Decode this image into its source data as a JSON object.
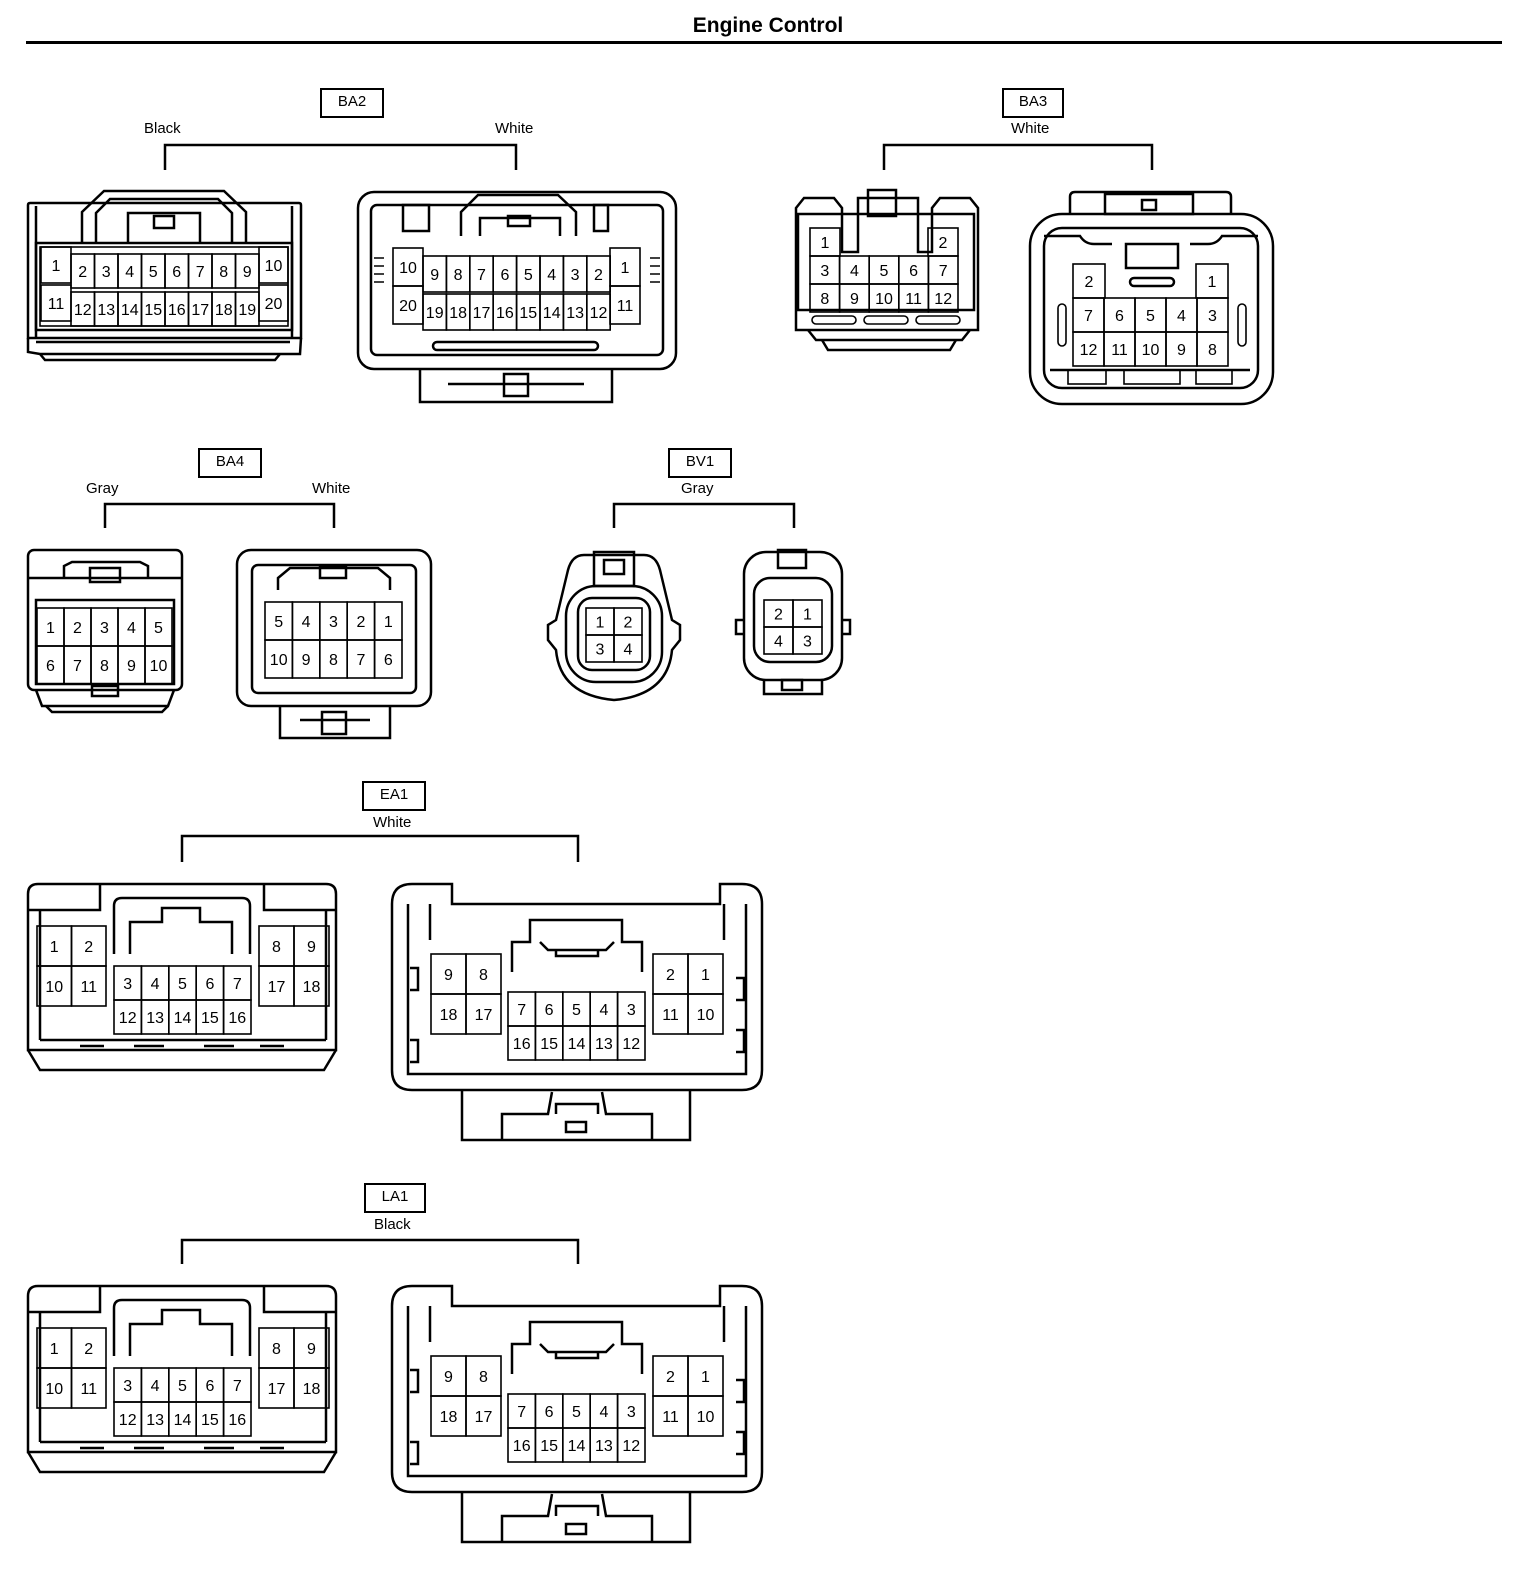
{
  "title": "Engine Control",
  "connectors": {
    "BA2": {
      "code": "BA2",
      "left_color": "Black",
      "right_color": "White",
      "left_pins": {
        "top": [
          "1",
          "2",
          "3",
          "4",
          "5",
          "6",
          "7",
          "8",
          "9",
          "10"
        ],
        "bottom": [
          "11",
          "12",
          "13",
          "14",
          "15",
          "16",
          "17",
          "18",
          "19",
          "20"
        ]
      },
      "right_pins": {
        "top": [
          "10",
          "9",
          "8",
          "7",
          "6",
          "5",
          "4",
          "3",
          "2",
          "1"
        ],
        "bottom": [
          "20",
          "19",
          "18",
          "17",
          "16",
          "15",
          "14",
          "13",
          "12",
          "11"
        ]
      }
    },
    "BA3": {
      "code": "BA3",
      "color": "White",
      "left_pins": [
        "1",
        "2",
        "3",
        "4",
        "5",
        "6",
        "7",
        "8",
        "9",
        "10",
        "11",
        "12"
      ],
      "right_pins": [
        "2",
        "1",
        "7",
        "6",
        "5",
        "4",
        "3",
        "12",
        "11",
        "10",
        "9",
        "8"
      ]
    },
    "BA4": {
      "code": "BA4",
      "left_color": "Gray",
      "right_color": "White",
      "left_pins": {
        "top": [
          "1",
          "2",
          "3",
          "4",
          "5"
        ],
        "bottom": [
          "6",
          "7",
          "8",
          "9",
          "10"
        ]
      },
      "right_pins": {
        "top": [
          "5",
          "4",
          "3",
          "2",
          "1"
        ],
        "bottom": [
          "10",
          "9",
          "8",
          "7",
          "6"
        ]
      }
    },
    "BV1": {
      "code": "BV1",
      "color": "Gray",
      "left_pins": [
        "1",
        "2",
        "3",
        "4"
      ],
      "right_pins": [
        "2",
        "1",
        "4",
        "3"
      ]
    },
    "EA1": {
      "code": "EA1",
      "color": "White",
      "left_pins": {
        "left_block": [
          "1",
          "2",
          "10",
          "11"
        ],
        "middle_top": [
          "3",
          "4",
          "5",
          "6",
          "7"
        ],
        "middle_bottom": [
          "12",
          "13",
          "14",
          "15",
          "16"
        ],
        "right_block": [
          "8",
          "9",
          "17",
          "18"
        ]
      },
      "right_pins": {
        "left_block": [
          "9",
          "8",
          "18",
          "17"
        ],
        "middle_top": [
          "7",
          "6",
          "5",
          "4",
          "3"
        ],
        "middle_bottom": [
          "16",
          "15",
          "14",
          "13",
          "12"
        ],
        "right_block": [
          "2",
          "1",
          "11",
          "10"
        ]
      }
    },
    "LA1": {
      "code": "LA1",
      "color": "Black",
      "left_pins": {
        "left_block": [
          "1",
          "2",
          "10",
          "11"
        ],
        "middle_top": [
          "3",
          "4",
          "5",
          "6",
          "7"
        ],
        "middle_bottom": [
          "12",
          "13",
          "14",
          "15",
          "16"
        ],
        "right_block": [
          "8",
          "9",
          "17",
          "18"
        ]
      },
      "right_pins": {
        "left_block": [
          "9",
          "8",
          "18",
          "17"
        ],
        "middle_top": [
          "7",
          "6",
          "5",
          "4",
          "3"
        ],
        "middle_bottom": [
          "16",
          "15",
          "14",
          "13",
          "12"
        ],
        "right_block": [
          "2",
          "1",
          "11",
          "10"
        ]
      }
    }
  }
}
